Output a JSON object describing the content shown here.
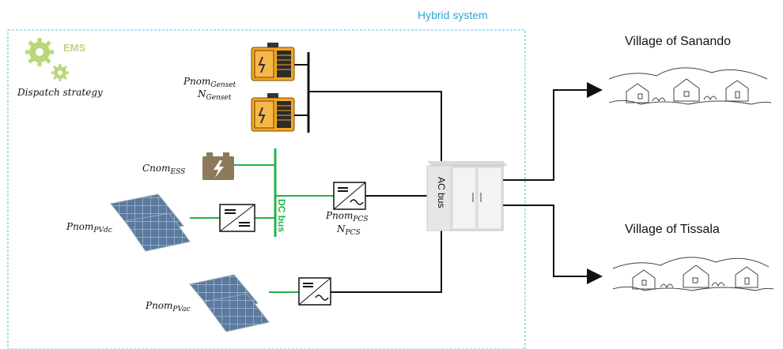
{
  "title": "Hybrid system",
  "ems": {
    "label": "EMS",
    "strategy": "Dispatch strategy"
  },
  "genset": {
    "pnom": "Pnom",
    "pnom_sub": "Genset",
    "n": "N",
    "n_sub": "Genset"
  },
  "ess": {
    "cnom": "Cnom",
    "cnom_sub": "ESS"
  },
  "pvdc": {
    "pnom": "Pnom",
    "pnom_sub": "PVdc"
  },
  "pvac": {
    "pnom": "Pnom",
    "pnom_sub": "PVac"
  },
  "pcs": {
    "pnom": "Pnom",
    "pnom_sub": "PCS",
    "n": "N",
    "n_sub": "PCS"
  },
  "dc_bus": "DC bus",
  "ac_bus": "AC bus",
  "villages": [
    "Village of Sanando",
    "Village of Tissala"
  ],
  "colors": {
    "frame": "#5ab8e0",
    "dc_line": "#22b34a",
    "ac_line": "#111111",
    "genset": "#f5a623",
    "battery": "#8c7a5b",
    "ems": "#b9d878"
  }
}
